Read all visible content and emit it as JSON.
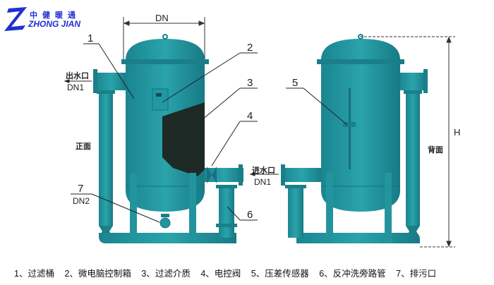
{
  "logo": {
    "cn": "中健暖通",
    "en": "ZHONG JIAN"
  },
  "dimensions": {
    "diameter": "DN",
    "height": "H"
  },
  "front": {
    "view_label": "正面",
    "outlet_label": "出水口",
    "outlet_size": "DN1",
    "drain_size": "DN2",
    "callouts": [
      "1",
      "2",
      "3",
      "4",
      "6",
      "7"
    ]
  },
  "back": {
    "view_label": "背面",
    "inlet_label": "进水口",
    "inlet_size": "DN1",
    "callouts": [
      "5"
    ]
  },
  "legend": [
    "1、过滤桶",
    "2、微电脑控制箱",
    "3、过滤介质",
    "4、电控阀",
    "5、压差传感器",
    "6、反冲洗旁路管",
    "7、排污口"
  ],
  "colors": {
    "tank": "#1f8f98",
    "media": "#1d2a26",
    "logo": "#1f2fd0"
  }
}
